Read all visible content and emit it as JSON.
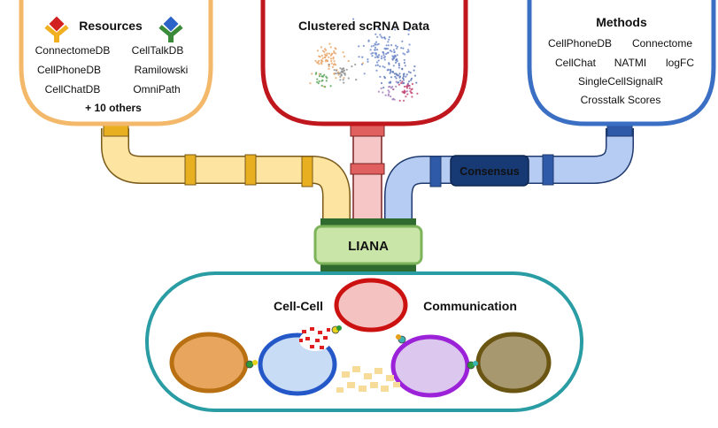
{
  "resources": {
    "title": "Resources",
    "items": [
      "ConnectomeDB",
      "CellTalkDB",
      "CellPhoneDB",
      "Ramilowski",
      "CellChatDB",
      "OmniPath"
    ],
    "more": "+ 10 others",
    "color": "#f4b86a"
  },
  "data_panel": {
    "title": "Clustered scRNA Data",
    "color": "#c0161d"
  },
  "methods": {
    "title": "Methods",
    "items": [
      "CellPhoneDB",
      "Connectome",
      "CellChat",
      "NATMI",
      "logFC",
      "SingleCellSignalR",
      "Crosstalk Scores"
    ],
    "color": "#3b6fc4"
  },
  "consensus": {
    "label": "Consensus"
  },
  "liana": {
    "label": "LIANA"
  },
  "communication": {
    "label_left": "Cell-Cell",
    "label_right": "Communication",
    "border_color": "#2a9ca4"
  }
}
